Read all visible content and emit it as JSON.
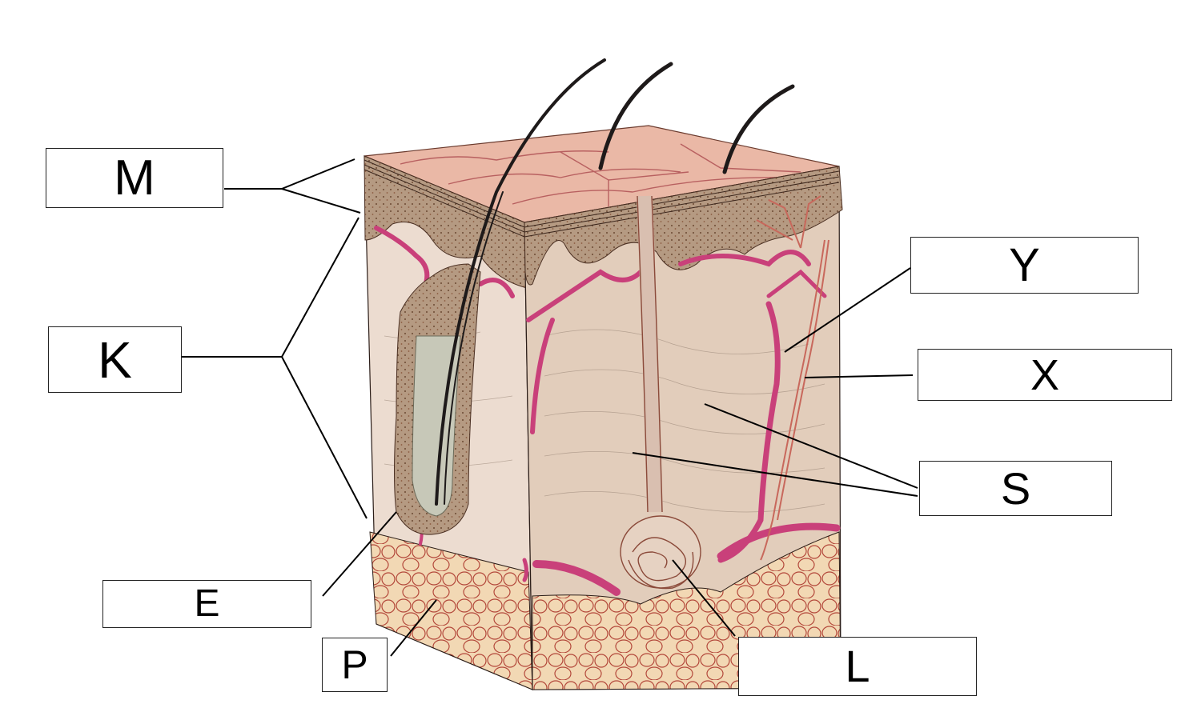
{
  "labels": {
    "m": "M",
    "k": "K",
    "e": "E",
    "p": "P",
    "l": "L",
    "y": "Y",
    "x": "X",
    "s": "S"
  },
  "colors": {
    "skin_surface": "#e8b7a8",
    "epidermis_speckle": "#a8876c",
    "dermis": "#e6d3c4",
    "dermis_front": "#d9c4b1",
    "blood_vessel": "#c9407a",
    "fat_cells": "#f2d2a6",
    "fat_outline": "#b3473a",
    "hair": "#1e1a1a",
    "leader_line": "#000000"
  }
}
